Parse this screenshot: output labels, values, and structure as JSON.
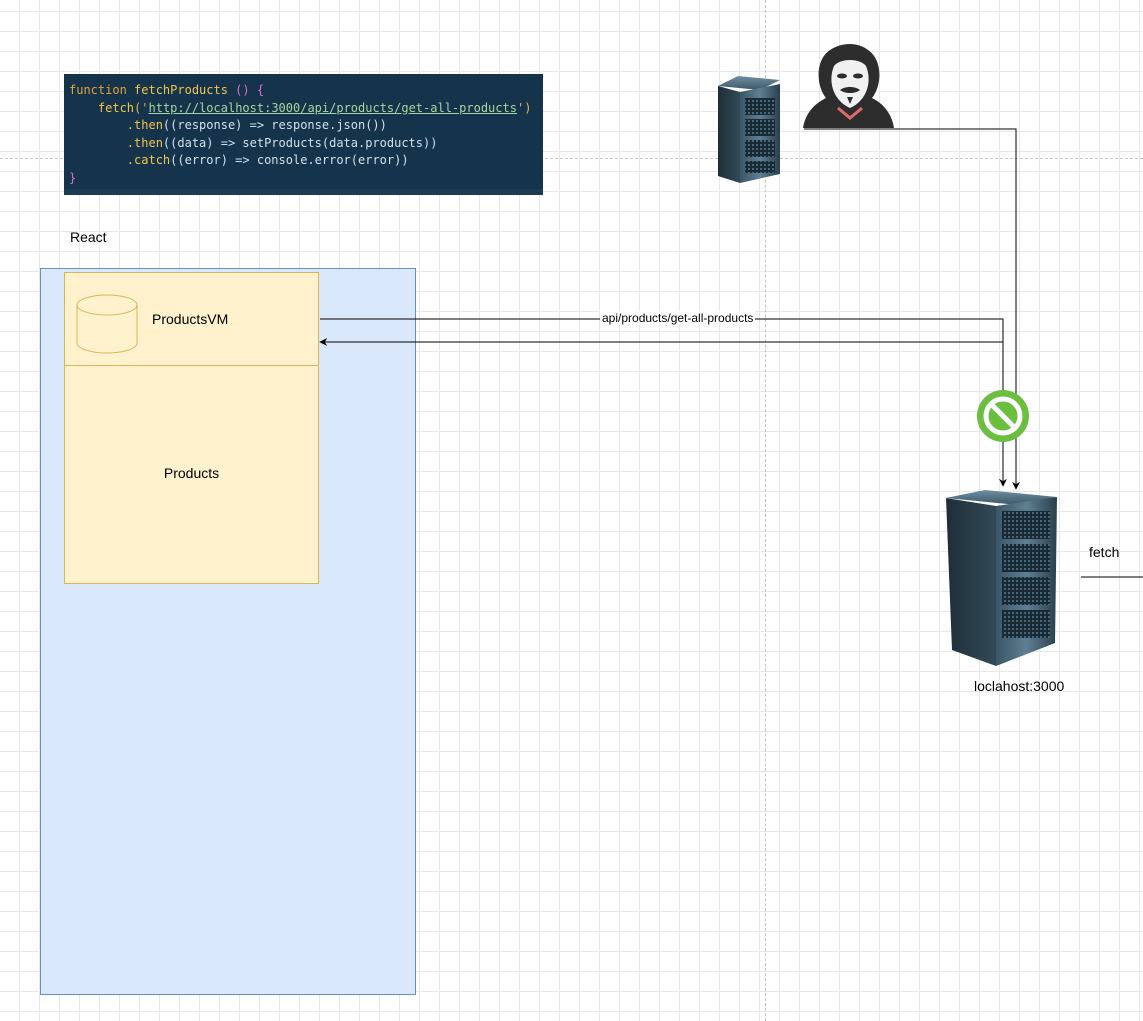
{
  "code": {
    "lines": [
      {
        "kw": "function",
        "fn": "fetchProducts",
        "rest": " () {"
      },
      {
        "indent": "    ",
        "call": "fetch",
        "open": "(",
        "quote1": "'",
        "url": "http://localhost:3000/api/products/get-all-products",
        "quote2": "'",
        "close": ")"
      },
      {
        "indent": "        ",
        "method": ".then",
        "body": "((response) => response.json())"
      },
      {
        "indent": "        ",
        "method": ".then",
        "body": "((data) => setProducts(data.products))"
      },
      {
        "indent": "        ",
        "method": ".catch",
        "body": "((error) => console.error(error))"
      },
      {
        "brace": "}"
      }
    ]
  },
  "react": {
    "label": "React"
  },
  "view_model": {
    "label": "ProductsVM"
  },
  "products": {
    "label": "Products"
  },
  "edge": {
    "label": "api/products/get-all-products"
  },
  "server": {
    "label": "loclahost:3000"
  },
  "side": {
    "label": "fetch"
  },
  "colors": {
    "react_fill": "#dae8fc",
    "react_stroke": "#6c8ebf",
    "vm_fill": "#fff2cc",
    "vm_stroke": "#d6b656",
    "blocked_icon": "#6abf3e",
    "code_bg": "#15334a"
  },
  "icons": [
    "server-rack-icon",
    "hacker-icon",
    "blocked-icon",
    "database-icon"
  ]
}
